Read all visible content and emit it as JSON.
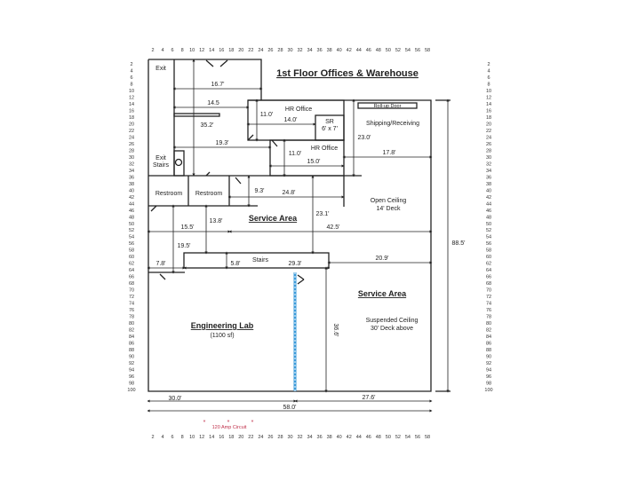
{
  "title": "1st Floor Offices & Warehouse",
  "rooms": {
    "exit_top": "Exit",
    "exit_stairs_1": "Exit",
    "exit_stairs_2": "Stairs",
    "hr_office_1": "HR Office",
    "hr_office_2": "HR Office",
    "sr_1": "SR",
    "sr_2": "6' x 7'",
    "roll_up_door": "Roll-up Door",
    "shipping": "Shipping/Receiving",
    "restroom_1": "Restroom",
    "restroom_2": "Restroom",
    "service_area_1": "Service Area",
    "open_ceiling_1": "Open Ceiling",
    "open_ceiling_2": "14' Deck",
    "stairs": "Stairs",
    "service_area_2": "Service Area",
    "suspended_1": "Suspended Ceiling",
    "suspended_2": "30' Deck above",
    "eng_lab": "Engineering Lab",
    "eng_lab_area": "(1100 sf)"
  },
  "dimensions": {
    "d16_7": "16.7'",
    "d14_5": "14.5",
    "d35_2": "35.2'",
    "d19_3": "19.3'",
    "d11_0a": "11.0'",
    "d14_0": "14.0'",
    "d11_0b": "11.0'",
    "d15_0": "15.0'",
    "d23_0": "23.0'",
    "d17_8": "17.8'",
    "d88_5": "88.5'",
    "d9_3": "9.3'",
    "d24_8": "24.8'",
    "d23_1": "23.1'",
    "d15_5": "15.5'",
    "d13_8": "13.8'",
    "d42_5": "42.5'",
    "d19_5": "19.5'",
    "d7_8": "7.8'",
    "d5_8": "5.8'",
    "d29_3": "29.3'",
    "d20_9": "20.9'",
    "d36_6": "36.6'",
    "d30_0": "30.0'",
    "d27_6": "27.6'",
    "d58_0": "58.0'"
  },
  "circuit_note": "120 Amp Circuit",
  "colors": {
    "blue_wall": "#3a9ad9",
    "circuit": "#c0304a"
  },
  "ruler_horizontal": [
    2,
    4,
    6,
    8,
    10,
    12,
    14,
    16,
    18,
    20,
    22,
    24,
    26,
    28,
    30,
    32,
    34,
    36,
    38,
    40,
    42,
    44,
    46,
    48,
    50,
    52,
    54,
    56,
    58
  ],
  "ruler_vertical": [
    2,
    4,
    6,
    8,
    10,
    12,
    14,
    16,
    18,
    20,
    22,
    24,
    26,
    28,
    30,
    32,
    34,
    36,
    38,
    40,
    42,
    44,
    46,
    48,
    50,
    52,
    54,
    56,
    58,
    60,
    62,
    64,
    66,
    68,
    70,
    72,
    74,
    76,
    78,
    80,
    82,
    84,
    86,
    88,
    90,
    92,
    94,
    96,
    98,
    100
  ]
}
